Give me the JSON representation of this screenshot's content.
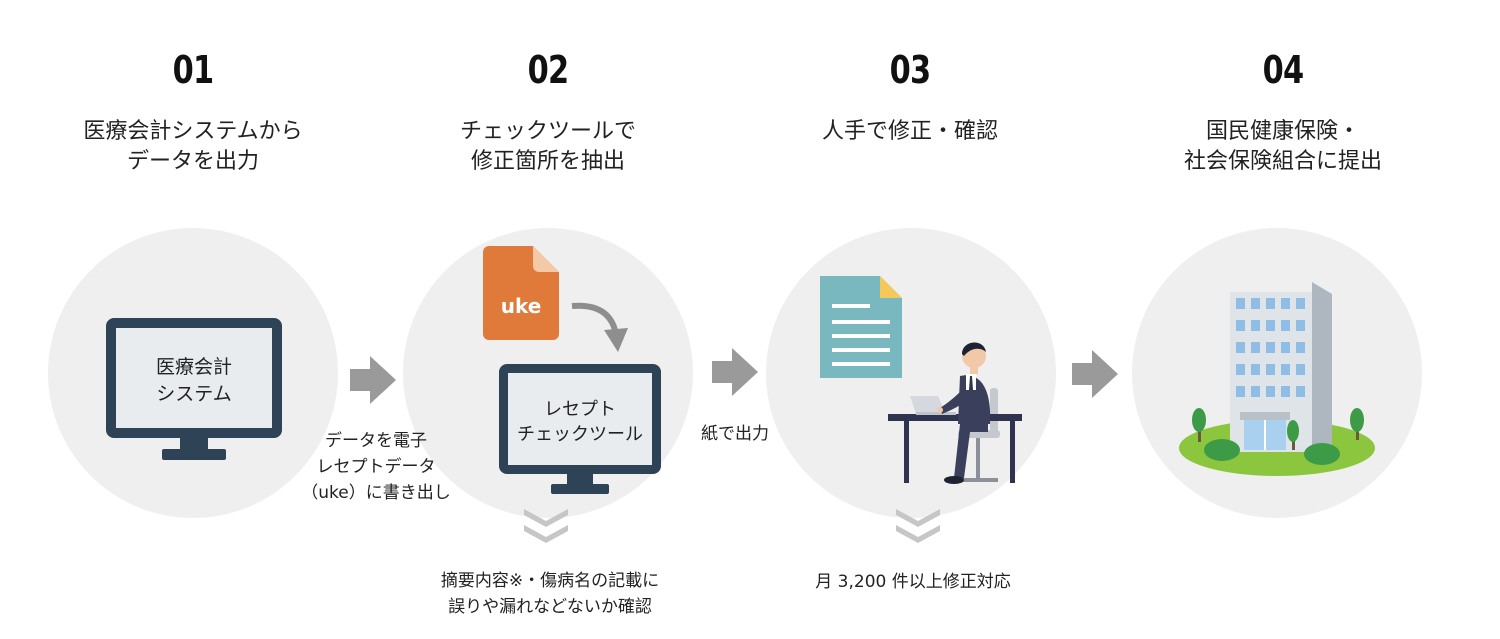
{
  "steps": [
    {
      "number": "01",
      "title_line1": "医療会計システムから",
      "title_line2": "データを出力"
    },
    {
      "number": "02",
      "title_line1": "チェックツールで",
      "title_line2": "修正箇所を抽出"
    },
    {
      "number": "03",
      "title_line1": "人手で修正・確認",
      "title_line2": ""
    },
    {
      "number": "04",
      "title_line1": "国民健康保険・",
      "title_line2": "社会保険組合に提出"
    }
  ],
  "screen1": {
    "line1": "医療会計",
    "line2": "システム"
  },
  "screen2": {
    "line1": "レセプト",
    "line2": "チェックツール"
  },
  "file_label": "uke",
  "caption1": {
    "line1": "データを電子",
    "line2": "レセプトデータ",
    "line3": "（uke）に書き出し"
  },
  "caption2": "紙で出力",
  "caption3": {
    "line1": "摘要内容※・傷病名の記載に",
    "line2": "誤りや漏れなどないか確認"
  },
  "caption4": "月 3,200 件以上修正対応",
  "colors": {
    "circle_bg": "#efefef",
    "monitor_frame": "#2e4356",
    "screen_bg": "#e9ecef",
    "file_orange": "#e07a3a",
    "doc_teal": "#7ab8c0",
    "arrow_gray": "#9a9a9a",
    "chevron_gray": "#c6c6c6",
    "grass_green": "#8cc63f",
    "tree_green": "#3d9b47",
    "building_gray": "#c9d0d6"
  }
}
